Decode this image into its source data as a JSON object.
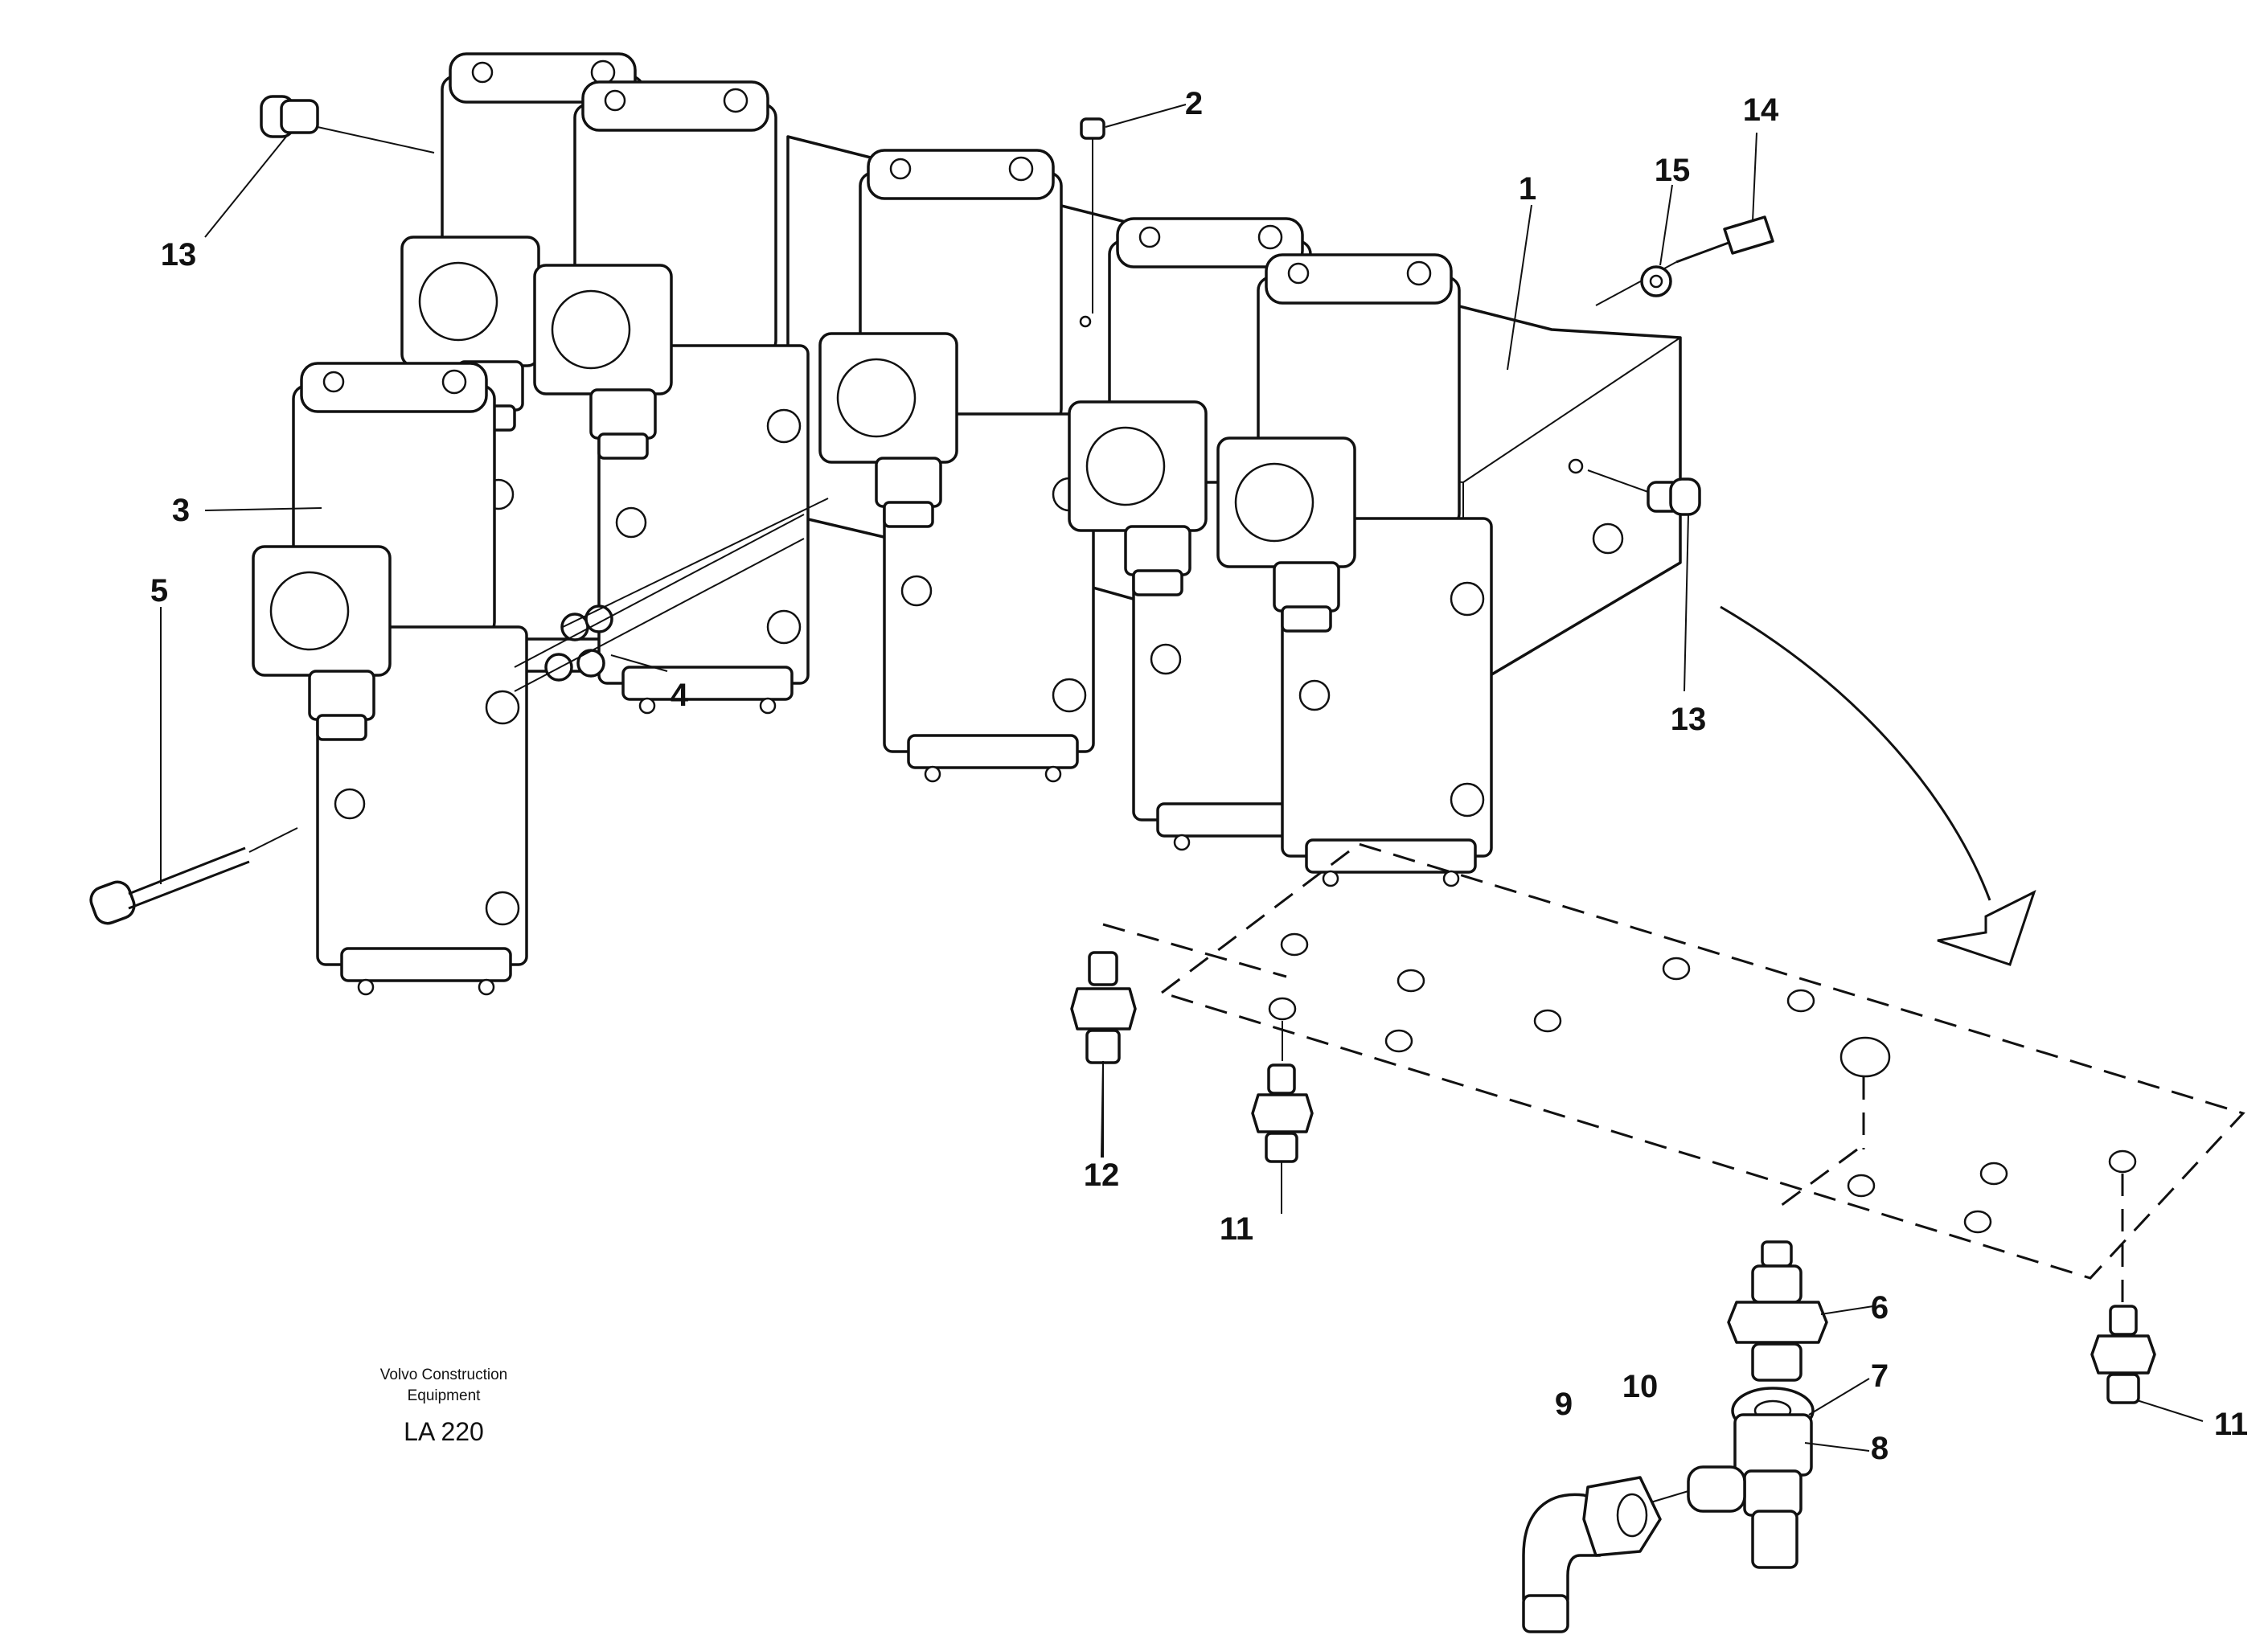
{
  "diagram": {
    "callouts": {
      "c1": "1",
      "c2": "2",
      "c3": "3",
      "c4": "4",
      "c5": "5",
      "c6": "6",
      "c7": "7",
      "c8": "8",
      "c9": "9",
      "c10": "10",
      "c11a": "11",
      "c11b": "11",
      "c12": "12",
      "c13a": "13",
      "c13b": "13",
      "c14": "14",
      "c15": "15"
    },
    "caption": {
      "company_line1": "Volvo Construction",
      "company_line2": "Equipment",
      "model": "LA 220"
    }
  }
}
